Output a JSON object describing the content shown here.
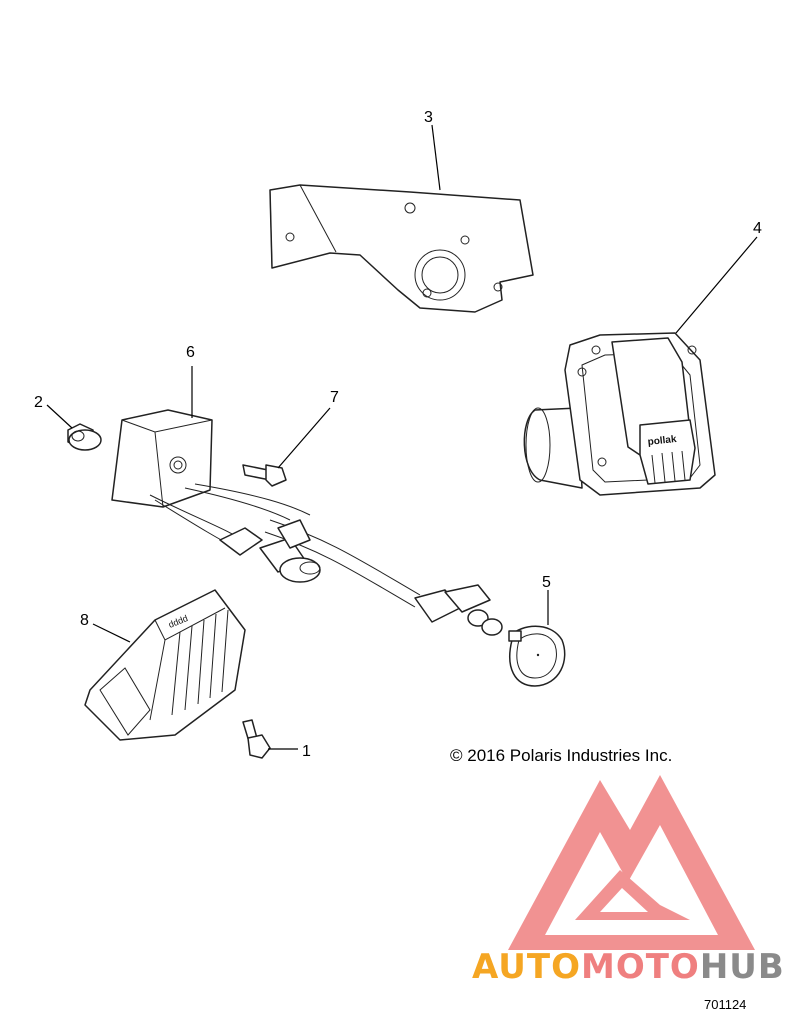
{
  "callouts": [
    {
      "id": "1",
      "text": "1"
    },
    {
      "id": "2",
      "text": "2"
    },
    {
      "id": "3",
      "text": "3"
    },
    {
      "id": "4",
      "text": "4"
    },
    {
      "id": "5",
      "text": "5"
    },
    {
      "id": "6",
      "text": "6"
    },
    {
      "id": "7",
      "text": "7"
    },
    {
      "id": "8",
      "text": "8"
    }
  ],
  "copyright": "© 2016 Polaris Industries Inc.",
  "connector_brand": "pollak",
  "figure_number": "701124",
  "watermark": {
    "text_part1": "AUTO",
    "text_part2": "MOTO",
    "text_part3": "HUB",
    "color_orange": "#f5a623",
    "color_red": "#ef7f7f",
    "color_grey": "#8a8a8a"
  }
}
